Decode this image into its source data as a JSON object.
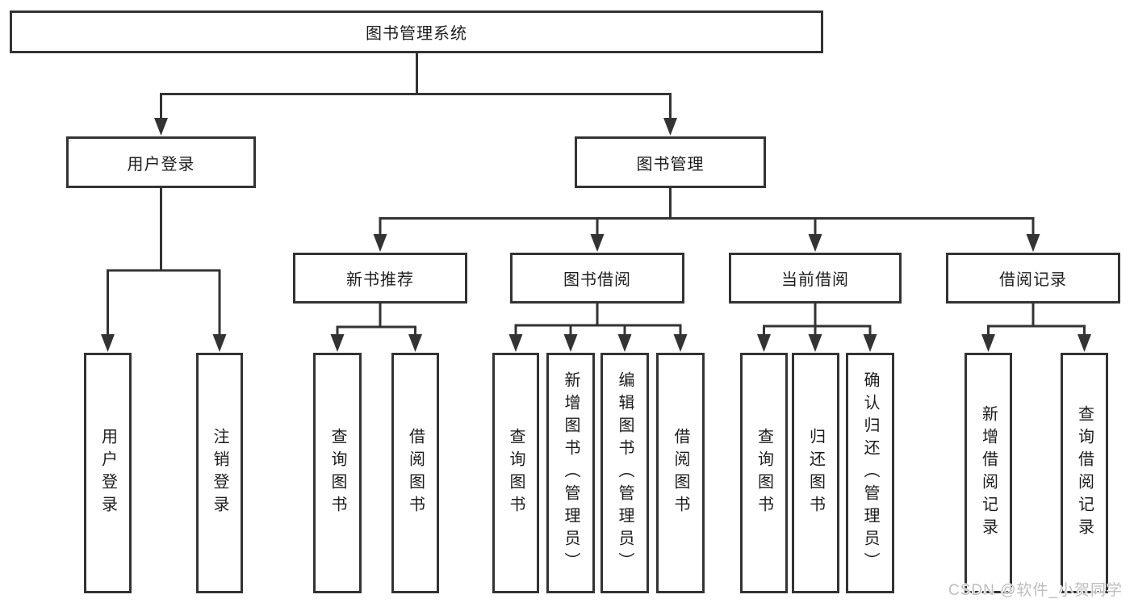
{
  "diagram": {
    "type": "tree",
    "colors": {
      "line": "#333333",
      "text": "#1d1d1d",
      "background": "#ffffff",
      "watermark": "#bdbdbd"
    },
    "root": {
      "label": "图书管理系统",
      "children": [
        {
          "label": "用户登录",
          "children": [
            {
              "label": "用户登录"
            },
            {
              "label": "注销登录"
            }
          ]
        },
        {
          "label": "图书管理",
          "children": [
            {
              "label": "新书推荐",
              "children": [
                {
                  "label": "查询图书"
                },
                {
                  "label": "借阅图书"
                }
              ]
            },
            {
              "label": "图书借阅",
              "children": [
                {
                  "label": "查询图书"
                },
                {
                  "label": "新增图书（管理员）"
                },
                {
                  "label": "编辑图书（管理员）"
                },
                {
                  "label": "借阅图书"
                }
              ]
            },
            {
              "label": "当前借阅",
              "children": [
                {
                  "label": "查询图书"
                },
                {
                  "label": "归还图书"
                },
                {
                  "label": "确认归还（管理员）"
                }
              ]
            },
            {
              "label": "借阅记录",
              "children": [
                {
                  "label": "新增借阅记录"
                },
                {
                  "label": "查询借阅记录"
                }
              ]
            }
          ]
        }
      ]
    },
    "watermark": "CSDN @软件_小贺同学"
  }
}
